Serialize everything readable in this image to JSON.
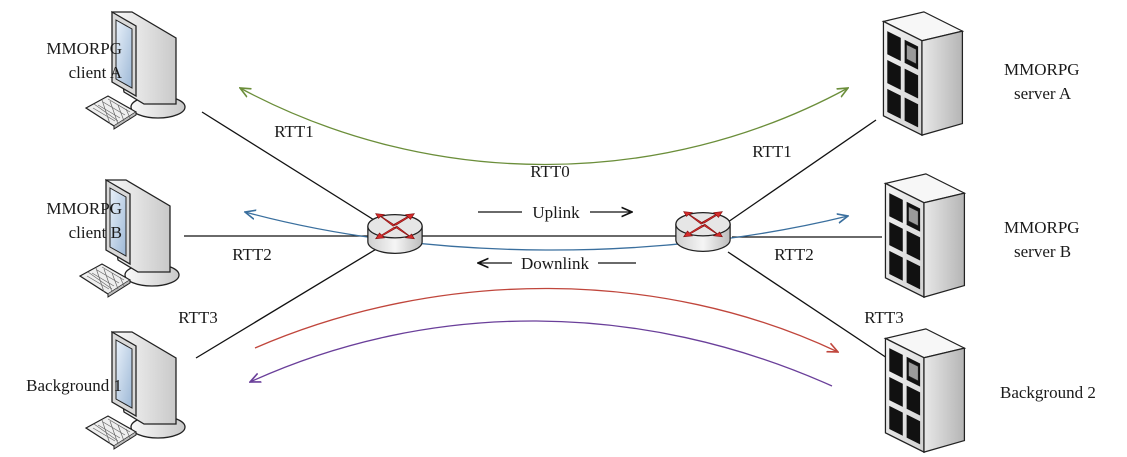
{
  "nodes": {
    "client_a": [
      "MMORPG",
      "client A"
    ],
    "client_b": [
      "MMORPG",
      "client B"
    ],
    "background_1": [
      "Background 1"
    ],
    "server_a": [
      "MMORPG",
      "server A"
    ],
    "server_b": [
      "MMORPG",
      "server B"
    ],
    "background_2": [
      "Background 2"
    ]
  },
  "labels": {
    "rtt0": "RTT0",
    "rtt1_left": "RTT1",
    "rtt2_left": "RTT2",
    "rtt3_left": "RTT3",
    "rtt1_right": "RTT1",
    "rtt2_right": "RTT2",
    "rtt3_right": "RTT3",
    "uplink": "Uplink",
    "downlink": "Downlink"
  },
  "colors": {
    "flow_a": "#6b8e3a",
    "flow_b": "#3a6f9e",
    "flow_bg_forward": "#c0463c",
    "flow_bg_return": "#6a3f9a",
    "router_arrow": "#d42a2a"
  },
  "icons": {
    "client": "desktop-computer-icon",
    "server": "server-tower-icon",
    "router": "router-icon"
  }
}
